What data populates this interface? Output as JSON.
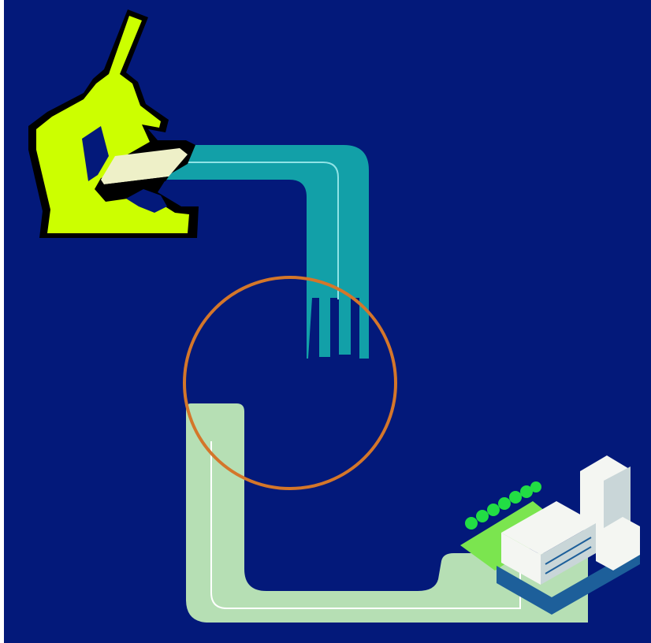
{
  "colors": {
    "background": "#03197a",
    "frame_edge": "#ffffff",
    "microscope": "#ccff00",
    "microscope_outline": "#000000",
    "microscope_slide": "#eef0c8",
    "upper_pipe": "#12a0a8",
    "upper_pipe_line": "#8fe3e6",
    "lower_pipe": "#b6dfb4",
    "lower_pipe_line": "#ffffff",
    "circle_highlight": "#d4762a",
    "building_light": "#f4f6f2",
    "building_shade": "#c9d6d8",
    "building_base": "#1d5f9a",
    "trees": "#22dd44",
    "lawn": "#7be54f"
  },
  "illustration": {
    "elements": [
      "microscope-icon",
      "upper-pipe",
      "lower-pipe",
      "highlight-circle",
      "building-icon"
    ]
  }
}
